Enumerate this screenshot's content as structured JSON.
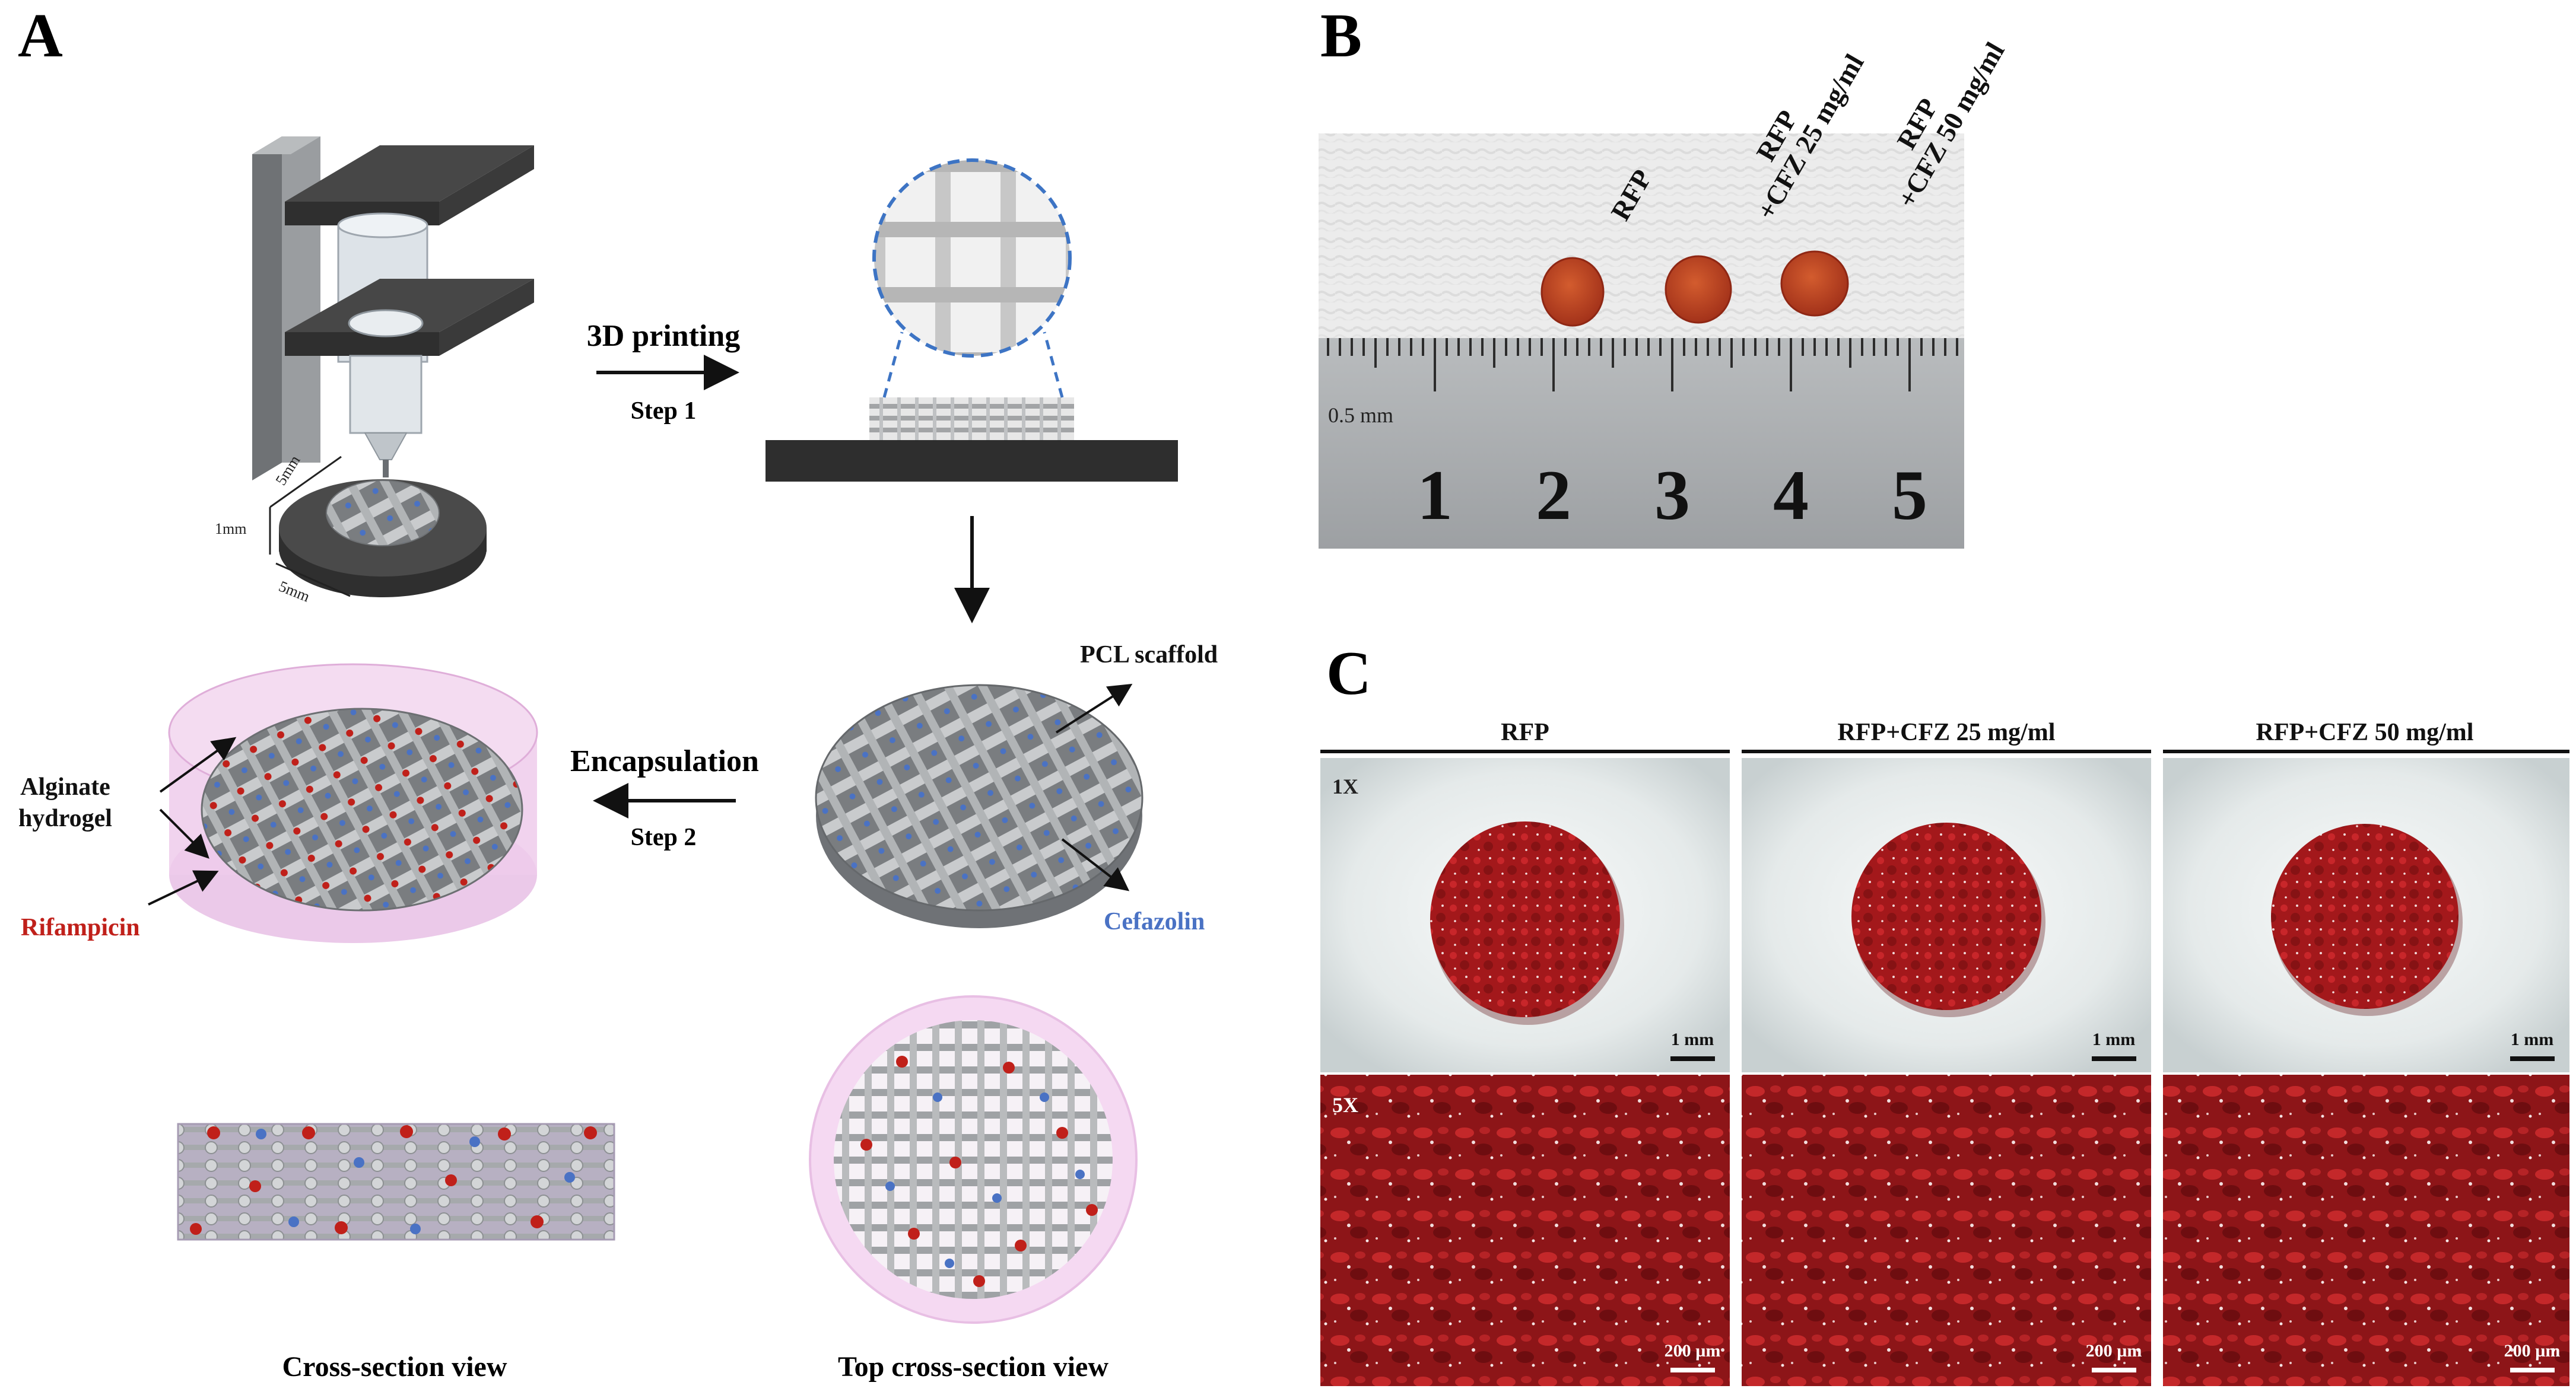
{
  "panels": {
    "a": {
      "letter": "A"
    },
    "b": {
      "letter": "B"
    },
    "c": {
      "letter": "C"
    }
  },
  "panel_a": {
    "step1": {
      "title": "3D printing",
      "sub": "Step 1"
    },
    "step2": {
      "title": "Encapsulation",
      "sub": "Step 2"
    },
    "dims": {
      "width": "5mm",
      "depth": "5mm",
      "height": "1mm"
    },
    "labels": {
      "pcl": "PCL scaffold",
      "cefazolin": "Cefazolin",
      "alginate_line1": "Alginate",
      "alginate_line2": "hydrogel",
      "rifampicin": "Rifampicin"
    },
    "views": {
      "cross": "Cross-section view",
      "top": "Top cross-section view"
    },
    "colors": {
      "rifampicin": "#c0201a",
      "cefazolin": "#4a72c4",
      "hydrogel": "#f0cdec",
      "strut": "#a7aaad",
      "base": "#3a3a3a"
    }
  },
  "panel_b": {
    "samples": [
      {
        "line1": "RFP",
        "line2": ""
      },
      {
        "line1": "RFP",
        "line2": "+CFZ 25 mg/ml"
      },
      {
        "line1": "RFP",
        "line2": "+CFZ 50 mg/ml"
      }
    ],
    "ruler": {
      "unit": "0.5 mm",
      "numbers": [
        "1",
        "2",
        "3",
        "4",
        "5"
      ]
    }
  },
  "panel_c": {
    "columns": [
      "RFP",
      "RFP+CFZ 25 mg/ml",
      "RFP+CFZ 50 mg/ml"
    ],
    "rows": [
      {
        "mag": "1X",
        "scale": "1 mm"
      },
      {
        "mag": "5X",
        "scale": "200 µm"
      }
    ]
  }
}
